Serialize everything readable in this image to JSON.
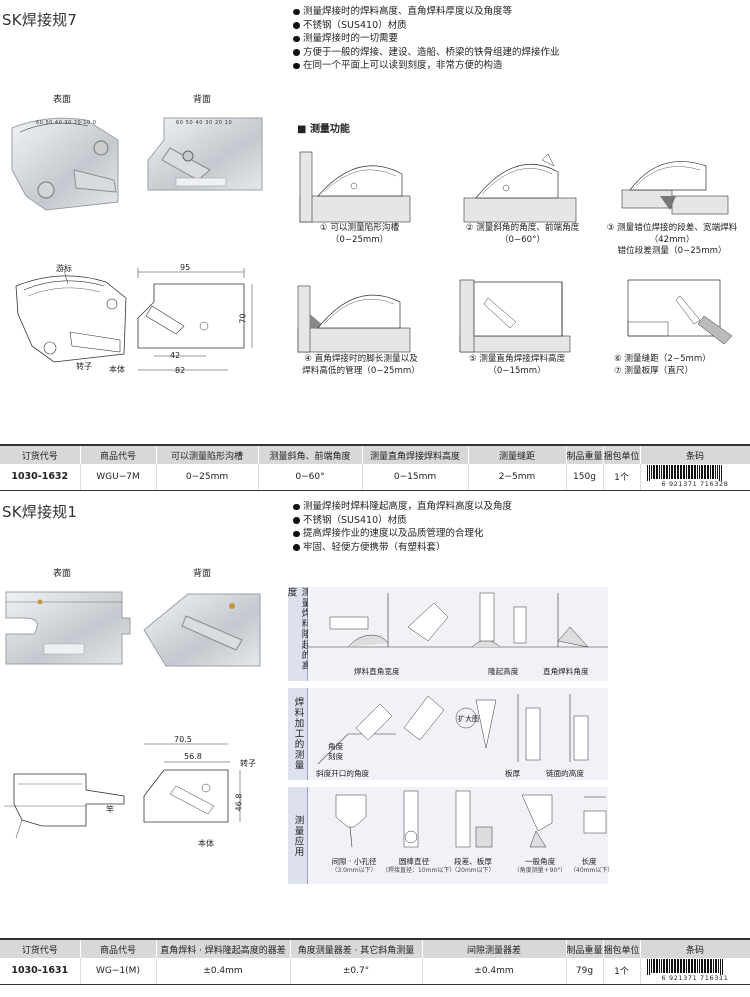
{
  "product1": {
    "title": "SK焊接规7",
    "bullets": [
      "测量焊接时的焊料高度、直角焊料厚度以及角度等",
      "不锈钢（SUS410）材质",
      "测量焊接时的一切需要",
      "方便于一般的焊接、建设、造船、桥梁的铁骨组建的焊接作业",
      "在同一个平面上可以读到刻度，非常方便的构造"
    ],
    "photo_front_label": "表面",
    "photo_back_label": "背面",
    "drawing_labels": {
      "cursor": "游标",
      "rotor": "转子",
      "body": "本体"
    },
    "dims": {
      "width": "95",
      "height": "70",
      "inner": "42",
      "bottom": "82"
    },
    "scale_front": "60 50 40 30 20 10 0",
    "scale_back": "60 50 40 30 20 10",
    "measure_heading": "测量功能",
    "functions": [
      {
        "line1": "① 可以测量陷形沟槽",
        "line2": "（0−25mm）"
      },
      {
        "line1": "② 测量斜角的角度、前端角度",
        "line2": "（0−60°）"
      },
      {
        "line1": "③ 测量错位焊接的段差、宽端焊料",
        "line2": "（42mm）",
        "line3": "错位段差测量（0−25mm）"
      },
      {
        "line1": "④ 直角焊接时的脚长测量以及",
        "line2": "焊料高低的管理（0−25mm）"
      },
      {
        "line1": "⑤ 测量直角焊接焊料高度",
        "line2": "（0−15mm）"
      },
      {
        "line1": "⑥ 测量缝距（2−5mm）",
        "line2": "⑦ 测量板厚（直尺）"
      }
    ],
    "table": {
      "headers": [
        "订货代号",
        "商品代号",
        "可以测量陷形沟槽",
        "测量斜角、前端角度",
        "测量直角焊接焊料高度",
        "测量缝距",
        "制品重量",
        "捆包单位",
        "条码"
      ],
      "row": [
        "1030-1632",
        "WGU−7M",
        "0−25mm",
        "0−60°",
        "0−15mm",
        "2−5mm",
        "150g",
        "1个"
      ],
      "barcode": "6 921371 716328"
    }
  },
  "product2": {
    "title": "SK焊接规1",
    "bullets": [
      "测量焊接时焊料隆起高度，直角焊料高度以及角度",
      "不锈钢（SUS410）材质",
      "提高焊接作业的速度以及品质管理的合理化",
      "牢固、轻便方便携带（有塑料套）"
    ],
    "photo_front_label": "表面",
    "photo_back_label": "背面",
    "drawing_labels": {
      "rotor": "转子",
      "body": "本体",
      "blade": "竿"
    },
    "dims": {
      "width": "70.5",
      "inner": "56.8",
      "height": "46.8"
    },
    "sections": {
      "sec1": "测量焊料隆起的高度",
      "sec2": "焊料加工的测量",
      "sec3": "测量应用"
    },
    "sec1_labels": [
      "焊料直角宽度",
      "隆起高度",
      "直角焊料角度"
    ],
    "sec2_labels": [
      "角度",
      "刻度",
      "斜度开口的角度",
      "扩大图",
      "板厚",
      "链面的高度"
    ],
    "sec3_labels": [
      {
        "a": "间隙 · 小孔径",
        "b": "（3.0mm以下）"
      },
      {
        "a": "圆棒直径",
        "b": "（焊接直径：10mm以下）"
      },
      {
        "a": "段差、板厚",
        "b": "（20mm以下）"
      },
      {
        "a": "一般角度",
        "b": "（角度测量＋90°）"
      },
      {
        "a": "长度",
        "b": "（40mm以下）"
      }
    ],
    "table": {
      "headers": [
        "订货代号",
        "商品代号",
        "直角焊料 · 焊料隆起高度的器差",
        "角度测量器差 · 其它斜角测量",
        "间隙测量器差",
        "制品重量",
        "捆包单位",
        "条码"
      ],
      "row": [
        "1030-1631",
        "WG−1(M)",
        "±0.4mm",
        "±0.7°",
        "±0.4mm",
        "79g",
        "1个"
      ],
      "barcode": "6 921371 716311"
    }
  }
}
